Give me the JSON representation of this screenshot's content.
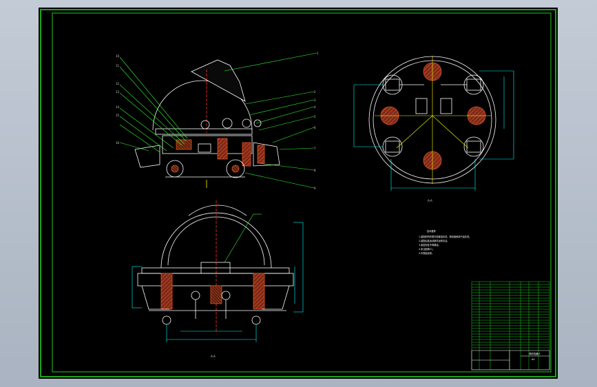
{
  "drawing": {
    "colors": {
      "background": "#000000",
      "frame": "#22cc22",
      "geometry": "#ffffff",
      "leader": "#33ff33",
      "dimension": "#00ffff",
      "section_hatch": "#e05020",
      "section_fill": "#7a2a1a"
    },
    "views": [
      {
        "name": "side-view",
        "balloons": [
          "1",
          "2",
          "3",
          "4",
          "5",
          "6",
          "7",
          "8",
          "9",
          "10",
          "11",
          "12",
          "13",
          "14",
          "15",
          "16"
        ]
      },
      {
        "name": "plan-view",
        "caption": "A-A"
      },
      {
        "name": "front-section-view",
        "caption": "A-A"
      }
    ],
    "technical_requirements": {
      "title": "技术要求",
      "items": [
        "1.装配前所有零件用煤油清洗，滚动轴承用汽油清洗。",
        "2.装配后各运动部件运转灵活。",
        "3.各密封处不得漏油。",
        "4.未注倒角C1。",
        "5.外表面涂漆。"
      ]
    },
    "title_block": {
      "name": "球形机器人",
      "drawing_no": "A0"
    }
  }
}
